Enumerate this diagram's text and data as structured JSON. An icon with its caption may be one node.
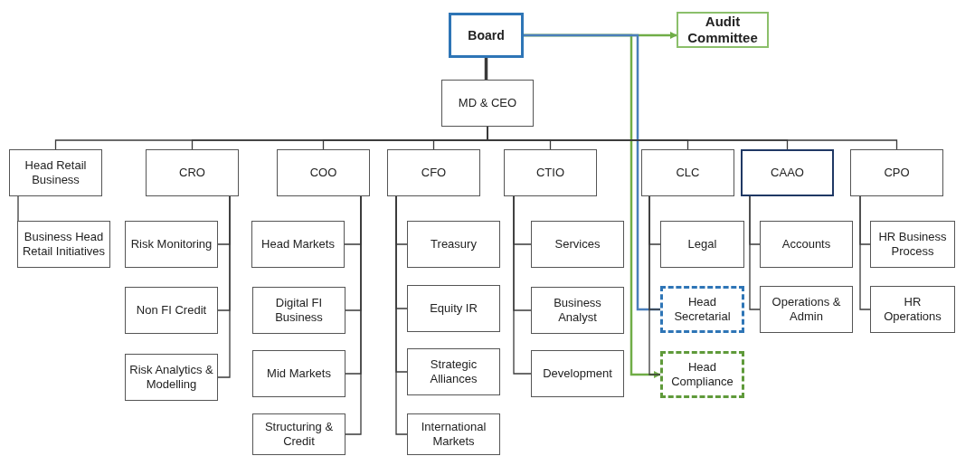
{
  "diagram": {
    "nodes": [
      {
        "text": [
          "Board"
        ]
      },
      {
        "text": [
          "Audit Committee"
        ]
      },
      {
        "text": [
          "MD & CEO"
        ]
      },
      {
        "text": [
          "Head Retail Business"
        ]
      },
      {
        "text": [
          "CRO"
        ]
      },
      {
        "text": [
          "COO"
        ]
      },
      {
        "text": [
          "CFO"
        ]
      },
      {
        "text": [
          "CTIO"
        ]
      },
      {
        "text": [
          "CLC"
        ]
      },
      {
        "text": [
          "CAAO"
        ]
      },
      {
        "text": [
          "CPO"
        ]
      },
      {
        "text": [
          "Business Head Retail Initiatives"
        ]
      },
      {
        "text": [
          "Risk Monitoring"
        ]
      },
      {
        "text": [
          "Non FI Credit"
        ]
      },
      {
        "text": [
          "Risk Analytics & Modelling"
        ]
      },
      {
        "text": [
          "Head Markets"
        ]
      },
      {
        "text": [
          "Digital FI Business"
        ]
      },
      {
        "text": [
          "Mid Markets"
        ]
      },
      {
        "text": [
          "Structuring & Credit"
        ]
      },
      {
        "text": [
          "Treasury"
        ]
      },
      {
        "text": [
          "Equity IR"
        ]
      },
      {
        "text": [
          "Strategic Alliances"
        ]
      },
      {
        "text": [
          "International Markets"
        ]
      },
      {
        "text": [
          "Services"
        ]
      },
      {
        "text": [
          "Business Analyst"
        ]
      },
      {
        "text": [
          "Development"
        ]
      },
      {
        "text": [
          "Legal"
        ]
      },
      {
        "text": [
          "Head Secretarial"
        ]
      },
      {
        "text": [
          "Head Compliance"
        ]
      },
      {
        "text": [
          "Accounts"
        ]
      },
      {
        "text": [
          "Operations & Admin"
        ]
      },
      {
        "text": [
          "HR Business Process"
        ]
      },
      {
        "text": [
          "HR Operations"
        ]
      }
    ],
    "edges": [
      {
        "from": 0,
        "to": 2,
        "arrow": "none",
        "style": "thick"
      },
      {
        "from": 0,
        "to": 1,
        "arrow": "to",
        "color": "#70ad47"
      },
      {
        "from": 0,
        "to": 28,
        "arrow": "to",
        "color": "#70ad47"
      },
      {
        "from": 0,
        "to": 27,
        "arrow": "none",
        "color": "#4a7ebb"
      },
      {
        "from": 2,
        "to": 3,
        "arrow": "none"
      },
      {
        "from": 2,
        "to": 4,
        "arrow": "none"
      },
      {
        "from": 2,
        "to": 5,
        "arrow": "none"
      },
      {
        "from": 2,
        "to": 6,
        "arrow": "none"
      },
      {
        "from": 2,
        "to": 7,
        "arrow": "none"
      },
      {
        "from": 2,
        "to": 8,
        "arrow": "none"
      },
      {
        "from": 2,
        "to": 9,
        "arrow": "none"
      },
      {
        "from": 2,
        "to": 10,
        "arrow": "none"
      },
      {
        "from": 3,
        "to": 11,
        "arrow": "none"
      },
      {
        "from": 4,
        "to": 12,
        "arrow": "none"
      },
      {
        "from": 4,
        "to": 13,
        "arrow": "none"
      },
      {
        "from": 4,
        "to": 14,
        "arrow": "none"
      },
      {
        "from": 5,
        "to": 15,
        "arrow": "none"
      },
      {
        "from": 5,
        "to": 16,
        "arrow": "none"
      },
      {
        "from": 5,
        "to": 17,
        "arrow": "none"
      },
      {
        "from": 5,
        "to": 18,
        "arrow": "none"
      },
      {
        "from": 6,
        "to": 19,
        "arrow": "none"
      },
      {
        "from": 6,
        "to": 20,
        "arrow": "none"
      },
      {
        "from": 6,
        "to": 21,
        "arrow": "none"
      },
      {
        "from": 6,
        "to": 22,
        "arrow": "none"
      },
      {
        "from": 7,
        "to": 23,
        "arrow": "none"
      },
      {
        "from": 7,
        "to": 24,
        "arrow": "none"
      },
      {
        "from": 7,
        "to": 25,
        "arrow": "none"
      },
      {
        "from": 8,
        "to": 26,
        "arrow": "none"
      },
      {
        "from": 8,
        "to": 27,
        "arrow": "none"
      },
      {
        "from": 8,
        "to": 28,
        "arrow": "none"
      },
      {
        "from": 9,
        "to": 29,
        "arrow": "none"
      },
      {
        "from": 9,
        "to": 30,
        "arrow": "none"
      },
      {
        "from": 10,
        "to": 31,
        "arrow": "none"
      },
      {
        "from": 10,
        "to": 32,
        "arrow": "none"
      }
    ]
  }
}
